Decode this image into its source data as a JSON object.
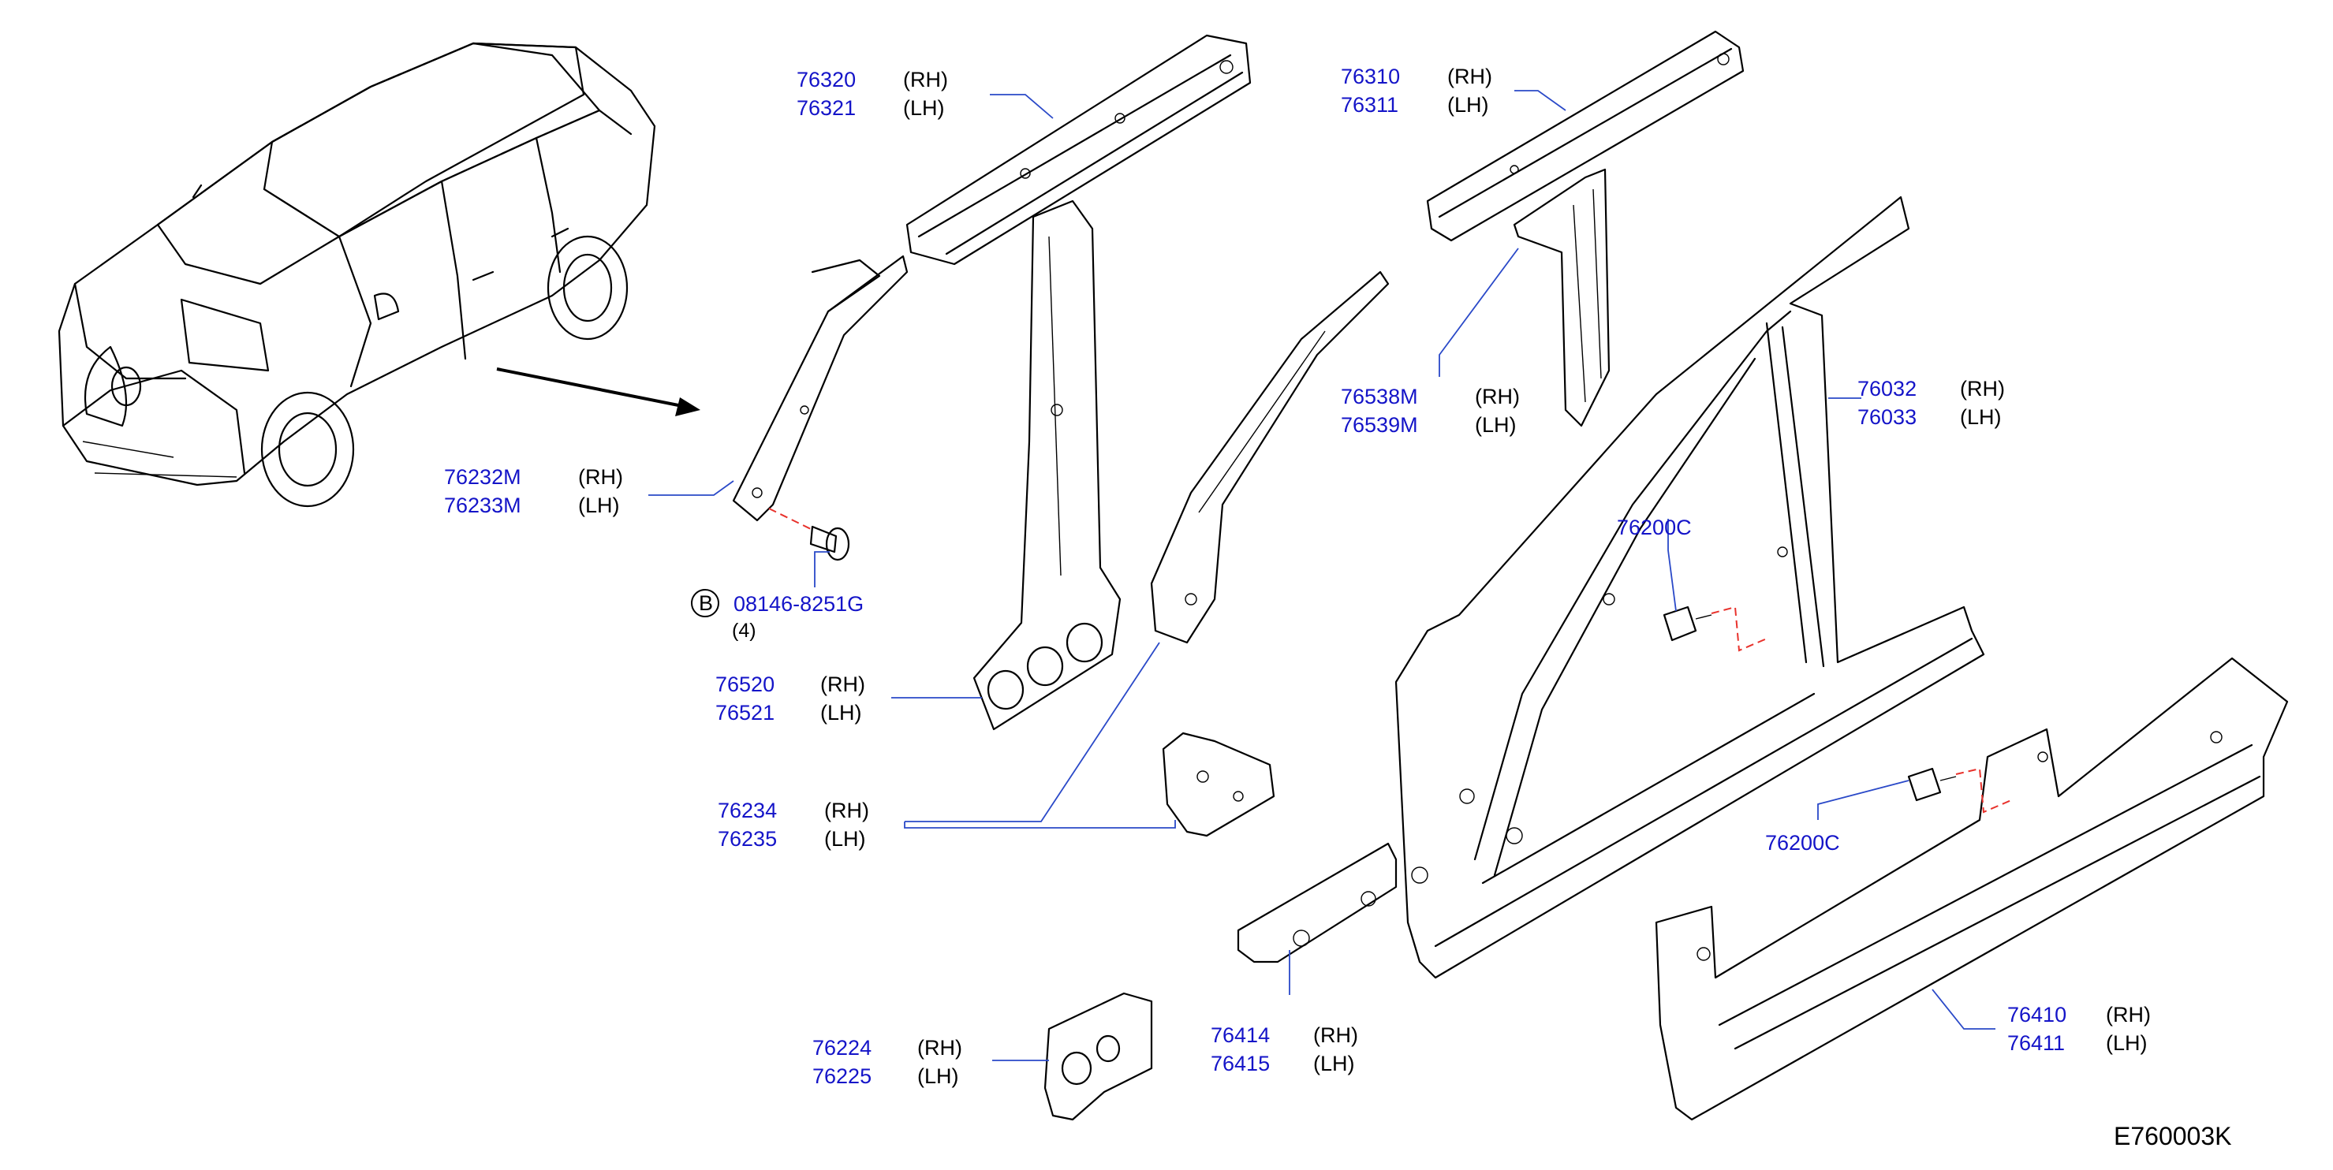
{
  "colors": {
    "part_number": "#1414c8",
    "leader": "#2a49c8",
    "dashed_leader": "#e8322c",
    "line": "#000000"
  },
  "diagram_code": "E760003K",
  "parts": [
    {
      "id": "76320",
      "rh": "76320",
      "lh": "76321",
      "rh_label": "(RH)",
      "lh_label": "(LH)"
    },
    {
      "id": "76310",
      "rh": "76310",
      "lh": "76311",
      "rh_label": "(RH)",
      "lh_label": "(LH)"
    },
    {
      "id": "76538M",
      "rh": "76538M",
      "lh": "76539M",
      "rh_label": "(RH)",
      "lh_label": "(LH)"
    },
    {
      "id": "76032",
      "rh": "76032",
      "lh": "76033",
      "rh_label": "(RH)",
      "lh_label": "(LH)"
    },
    {
      "id": "76232M",
      "rh": "76232M",
      "lh": "76233M",
      "rh_label": "(RH)",
      "lh_label": "(LH)"
    },
    {
      "id": "76520",
      "rh": "76520",
      "lh": "76521",
      "rh_label": "(RH)",
      "lh_label": "(LH)"
    },
    {
      "id": "76234",
      "rh": "76234",
      "lh": "76235",
      "rh_label": "(RH)",
      "lh_label": "(LH)"
    },
    {
      "id": "76224",
      "rh": "76224",
      "lh": "76225",
      "rh_label": "(RH)",
      "lh_label": "(LH)"
    },
    {
      "id": "76414",
      "rh": "76414",
      "lh": "76415",
      "rh_label": "(RH)",
      "lh_label": "(LH)"
    },
    {
      "id": "76410",
      "rh": "76410",
      "lh": "76411",
      "rh_label": "(RH)",
      "lh_label": "(LH)"
    }
  ],
  "bolt": {
    "badge": "B",
    "part_number": "08146-8251G",
    "quantity": "(4)"
  },
  "clips": [
    {
      "part_number": "76200C"
    },
    {
      "part_number": "76200C"
    }
  ]
}
